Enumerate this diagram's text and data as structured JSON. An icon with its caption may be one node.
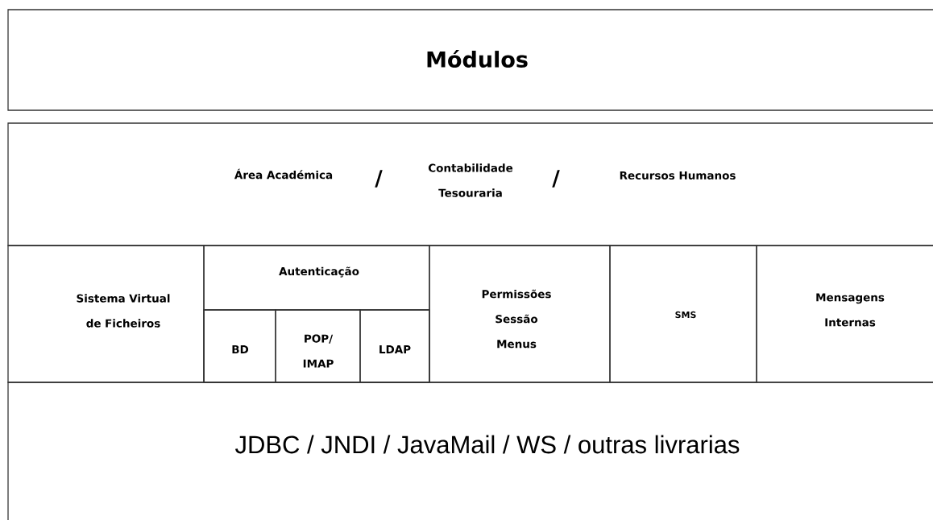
{
  "diagram": {
    "nodes": [
      {
        "text": [
          "Módulos"
        ]
      },
      {
        "text": [
          "Área Académica",
          "/",
          "Contabilidade Tesouraria",
          "/",
          "Recursos Humanos"
        ]
      },
      {
        "text": [
          "Sistema Virtual de Ficheiros"
        ]
      },
      {
        "text": [
          "Autenticação"
        ]
      },
      {
        "text": [
          "BD"
        ],
        "in": 3
      },
      {
        "text": [
          "POP/ IMAP"
        ],
        "in": 3
      },
      {
        "text": [
          "LDAP"
        ],
        "in": 3
      },
      {
        "text": [
          "Permissões Sessão Menus"
        ]
      },
      {
        "text": [
          "SMS"
        ]
      },
      {
        "text": [
          "Mensagens Internas"
        ]
      },
      {
        "text": [
          "JDBC / JNDI / JavaMail / WS / outras livrarias"
        ]
      }
    ]
  }
}
